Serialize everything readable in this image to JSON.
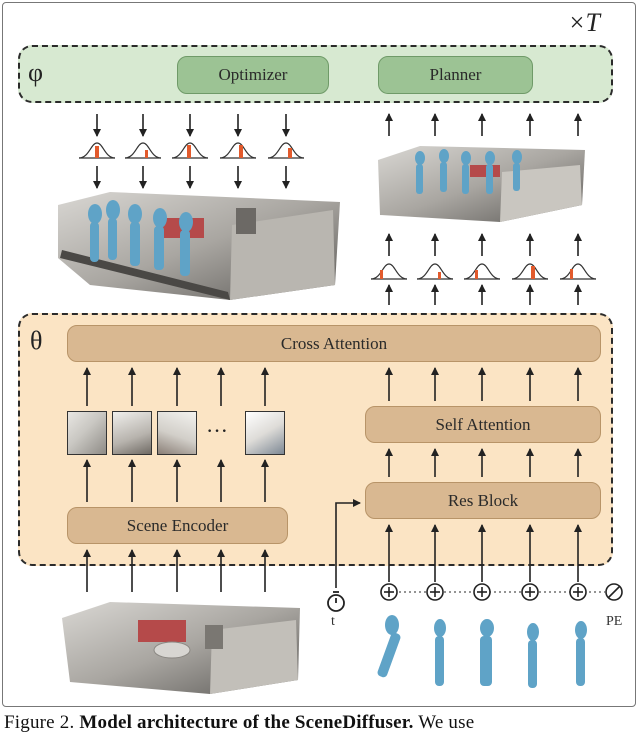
{
  "loop_label": "×T",
  "phi_module": {
    "symbol": "φ",
    "blocks": [
      "Optimizer",
      "Planner"
    ]
  },
  "theta_module": {
    "symbol": "θ",
    "cross_attention": "Cross Attention",
    "self_attention": "Self Attention",
    "res_block": "Res Block",
    "scene_encoder": "Scene Encoder",
    "ellipsis": "···"
  },
  "timestep_label": "t",
  "positional_encoding_label": "PE",
  "caption": {
    "prefix": "Figure 2.",
    "bold": "Model architecture of the SceneDiffuser.",
    "suffix": "We use"
  },
  "colors": {
    "phi_fill": "#d7e9d1",
    "phi_block": "#9cc394",
    "theta_fill": "#fbe4c4",
    "theta_block": "#d9b891",
    "human_mesh": "#5fa3c7",
    "gaussian_highlight": "#e25a2c"
  }
}
